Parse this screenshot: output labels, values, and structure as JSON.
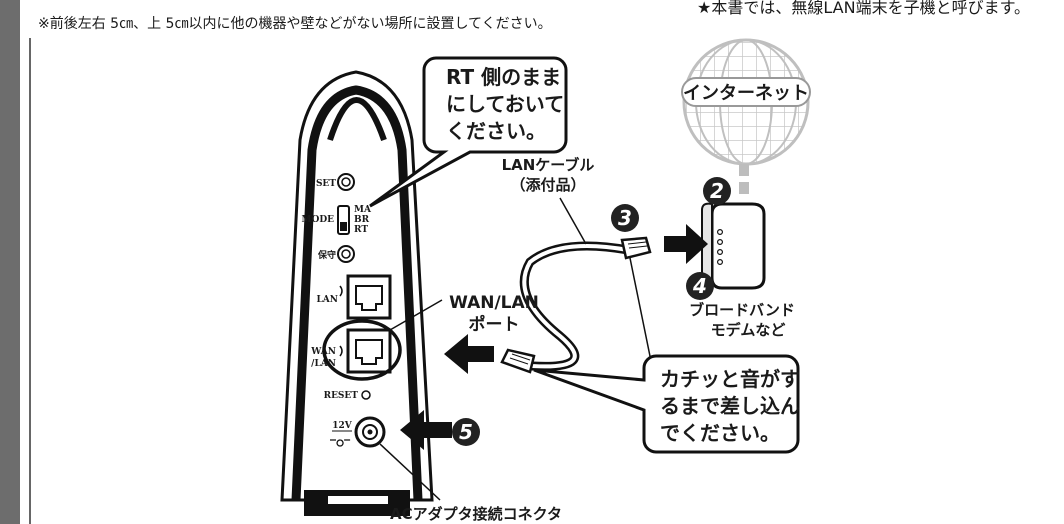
{
  "header": {
    "top_right_note": "★本書では、無線LAN端末を子機と呼びます。",
    "placement_note": "※前後左右 5㎝、上 5㎝以内に他の機器や壁などがない場所に設置してください。"
  },
  "callouts": {
    "rt_side": [
      "RT 側のまま",
      "にしておいて",
      "ください。"
    ],
    "click_in": [
      "カチッと音がす",
      "るまで差し込ん",
      "でください。"
    ]
  },
  "labels": {
    "internet": "インターネット",
    "lan_cable": [
      "LANケーブル",
      "（添付品）"
    ],
    "wan_lan_port": [
      "WAN/LAN",
      "ポート"
    ],
    "modem": [
      "ブロードバンド",
      "モデムなど"
    ],
    "ac_adapter": "ACアダプタ接続コネクタ"
  },
  "device_labels": {
    "set": "SET",
    "mode": "MODE",
    "mode_ma": "MA",
    "mode_br": "BR",
    "mode_rt": "RT",
    "hoshu": "保守",
    "lan": "LAN",
    "wan_top": "WAN",
    "wan_bottom": "/LAN",
    "reset": "RESET",
    "dc": "12V"
  },
  "steps": {
    "s2": "2",
    "s3": "3",
    "s4": "4",
    "s5": "5"
  }
}
